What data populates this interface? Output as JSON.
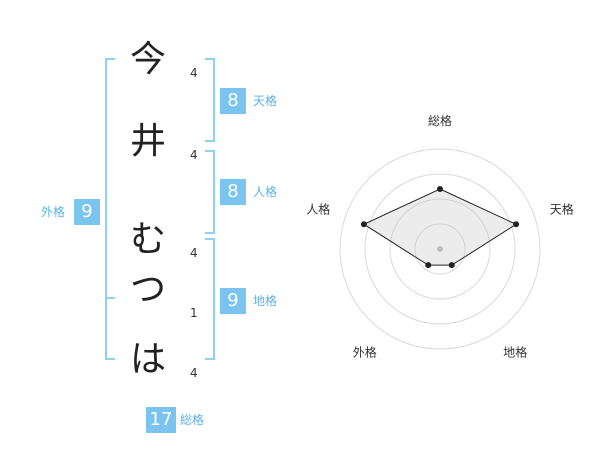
{
  "name": {
    "chars": [
      {
        "char": "今",
        "strokes": "4"
      },
      {
        "char": "井",
        "strokes": "4"
      },
      {
        "char": "む",
        "strokes": "4"
      },
      {
        "char": "つ",
        "strokes": "1"
      },
      {
        "char": "は",
        "strokes": "4"
      }
    ]
  },
  "fortunes": {
    "tenkaku": {
      "label": "天格",
      "value": "8"
    },
    "jinkaku": {
      "label": "人格",
      "value": "8"
    },
    "chikaku": {
      "label": "地格",
      "value": "9"
    },
    "gaikaku": {
      "label": "外格",
      "value": "9"
    },
    "soukaku": {
      "label": "総格",
      "value": "17"
    }
  },
  "colors": {
    "accent": "#7cc4f0",
    "bracket": "#8fd0f5",
    "label": "#5bb2e6"
  },
  "chart_data": {
    "type": "radar",
    "axes": [
      "総格",
      "天格",
      "地格",
      "外格",
      "人格"
    ],
    "values": [
      3,
      4,
      1,
      1,
      4
    ],
    "max": 5,
    "rings": 4
  }
}
